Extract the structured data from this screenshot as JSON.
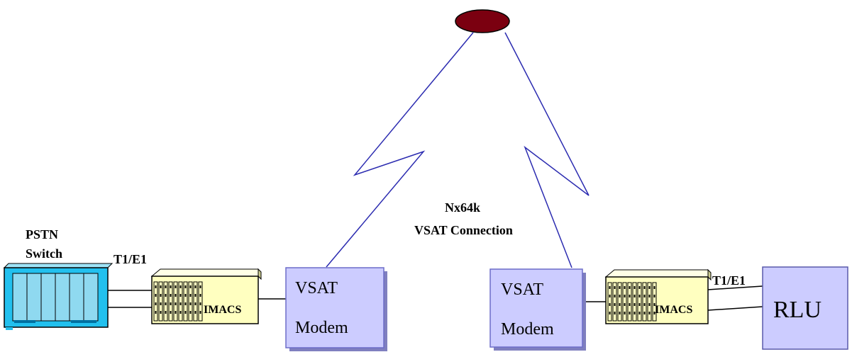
{
  "labels": {
    "pstn_line1": "PSTN",
    "pstn_line2": "Switch",
    "t1e1_left": "T1/E1",
    "t1e1_right": "T1/E1",
    "imacs_left": "IMACS",
    "imacs_right": "IMACS",
    "vsat_left_line1": "VSAT",
    "vsat_left_line2": "Modem",
    "vsat_right_line1": "VSAT",
    "vsat_right_line2": "Modem",
    "connection_line1": "Nx64k",
    "connection_line2": "VSAT Connection",
    "rlu": "RLU"
  },
  "colors": {
    "satellite": "#7b0010",
    "link": "#2b2bb0",
    "modem_fill": "#ccccff",
    "modem_border": "#6d6dc9",
    "switch_fill": "#22c0ee",
    "imacs_fill": "#ffffc0",
    "rlu_fill": "#ccccff"
  }
}
